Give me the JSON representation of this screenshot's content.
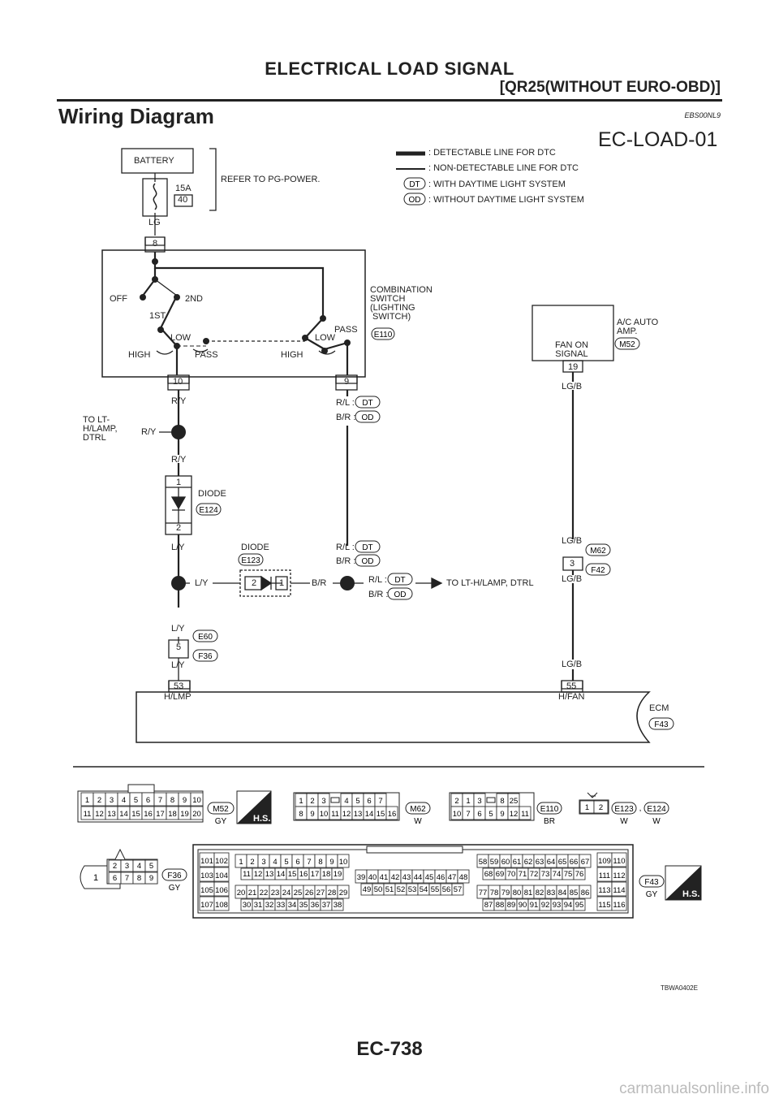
{
  "header": {
    "title": "ELECTRICAL LOAD SIGNAL",
    "subtitle": "[QR25(WITHOUT EURO-OBD)]"
  },
  "section": {
    "title": "Wiring Diagram",
    "code": "EBS00NL9"
  },
  "diagram": {
    "id": "EC-LOAD-01",
    "battery": "BATTERY",
    "fuse_amp": "15A",
    "fuse_no": "40",
    "refer": "REFER TO PG-POWER.",
    "legend": {
      "detectable": ": DETECTABLE LINE FOR DTC",
      "non_detectable": ": NON-DETECTABLE LINE FOR DTC",
      "dt": ": WITH DAYTIME LIGHT SYSTEM",
      "od": ": WITHOUT DAYTIME LIGHT SYSTEM",
      "dt_tag": "DT",
      "od_tag": "OD"
    },
    "wire_lg": "LG",
    "pin_8": "8",
    "switch": {
      "off": "OFF",
      "first": "1ST",
      "second": "2ND",
      "low_l": "LOW",
      "high_l": "HIGH",
      "pass_l": "PASS",
      "low_r": "LOW",
      "high_r": "HIGH",
      "pass_r": "PASS",
      "name": "COMBINATION\nSWITCH\n(LIGHTING\n SWITCH)",
      "conn": "E110"
    },
    "pin_10": "10",
    "pin_9": "9",
    "wire_ry": "R/Y",
    "rl_dt": "R/L :",
    "br_od": "B/R :",
    "to_lt": "TO LT-\nH/LAMP,\nDTRL",
    "diode1": {
      "name": "DIODE",
      "conn": "E124",
      "pin1": "1",
      "pin2": "2"
    },
    "wire_ly": "L/Y",
    "diode2": {
      "name": "DIODE",
      "conn": "E123",
      "pin1": "1",
      "pin2": "2"
    },
    "wire_br": "B/R",
    "to_lt2": "TO LT-H/LAMP, DTRL",
    "conn_e60": "E60",
    "conn_f36": "F36",
    "pin_5": "5",
    "pin_53": "53",
    "hlmp": "H/LMP",
    "pin_55": "55",
    "hfan": "H/FAN",
    "ecm": "ECM",
    "ecm_conn": "F43",
    "ac": {
      "name": "A/C AUTO\nAMP.",
      "conn": "M52",
      "signal": "FAN ON\nSIGNAL",
      "pin": "19"
    },
    "wire_lgb": "LG/B",
    "m62": "M62",
    "f42": "F42",
    "pin_3": "3"
  },
  "connectors": {
    "m52": {
      "code": "M52",
      "color": "GY",
      "row1": [
        "1",
        "2",
        "3",
        "4",
        "5",
        "6",
        "7",
        "8",
        "9",
        "10"
      ],
      "row2": [
        "11",
        "12",
        "13",
        "14",
        "15",
        "16",
        "17",
        "18",
        "19",
        "20"
      ]
    },
    "m62": {
      "code": "M62",
      "color": "W",
      "row1": [
        "1",
        "2",
        "3",
        "",
        "4",
        "5",
        "6",
        "7"
      ],
      "row2": [
        "8",
        "9",
        "10",
        "11",
        "12",
        "13",
        "14",
        "15",
        "16"
      ]
    },
    "e110": {
      "code": "E110",
      "color": "BR",
      "row1": [
        "2",
        "1",
        "3",
        "",
        "8",
        "25"
      ],
      "row2": [
        "10",
        "7",
        "6",
        "5",
        "9",
        "12",
        "11"
      ]
    },
    "e123": {
      "code": "E123",
      "color": "W",
      "pins": [
        "1",
        "2"
      ]
    },
    "e124": {
      "code": "E124",
      "color": "W"
    },
    "f36": {
      "code": "F36",
      "color": "GY",
      "single": "1",
      "row1": [
        "2",
        "3",
        "4",
        "5"
      ],
      "row2": [
        "6",
        "7",
        "8",
        "9"
      ]
    },
    "f43": {
      "code": "F43",
      "color": "GY",
      "left": [
        [
          "101",
          "102"
        ],
        [
          "103",
          "104"
        ],
        [
          "105",
          "106"
        ],
        [
          "107",
          "108"
        ]
      ],
      "a1": [
        "1",
        "2",
        "3",
        "4",
        "5",
        "6",
        "7",
        "8",
        "9",
        "10"
      ],
      "a2": [
        "11",
        "12",
        "13",
        "14",
        "15",
        "16",
        "17",
        "18",
        "19"
      ],
      "b1": [
        "20",
        "21",
        "22",
        "23",
        "24",
        "25",
        "26",
        "27",
        "28",
        "29"
      ],
      "b2": [
        "30",
        "31",
        "32",
        "33",
        "34",
        "35",
        "36",
        "37",
        "38"
      ],
      "c1": [
        "39",
        "40",
        "41",
        "42",
        "43",
        "44",
        "45",
        "46",
        "47",
        "48"
      ],
      "c2": [
        "49",
        "50",
        "51",
        "52",
        "53",
        "54",
        "55",
        "56",
        "57"
      ],
      "d1": [
        "58",
        "59",
        "60",
        "61",
        "62",
        "63",
        "64",
        "65",
        "66",
        "67"
      ],
      "d2": [
        "68",
        "69",
        "70",
        "71",
        "72",
        "73",
        "74",
        "75",
        "76"
      ],
      "e1": [
        "77",
        "78",
        "79",
        "80",
        "81",
        "82",
        "83",
        "84",
        "85",
        "86"
      ],
      "e2": [
        "87",
        "88",
        "89",
        "90",
        "91",
        "92",
        "93",
        "94",
        "95"
      ],
      "right": [
        [
          "109",
          "110"
        ],
        [
          "111",
          "112"
        ],
        [
          "113",
          "114"
        ],
        [
          "115",
          "116"
        ]
      ]
    },
    "hs": "H.S.",
    "comma": ","
  },
  "ref_code": "TBWA0402E",
  "page_number": "EC-738",
  "watermark": "carmanualsonline.info"
}
